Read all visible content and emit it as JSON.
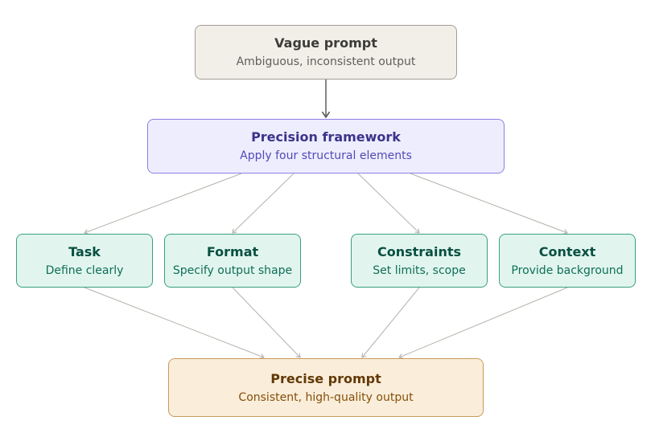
{
  "diagram": {
    "vague": {
      "title": "Vague prompt",
      "subtitle": "Ambiguous, inconsistent output"
    },
    "framework": {
      "title": "Precision framework",
      "subtitle": "Apply four structural elements"
    },
    "elements": [
      {
        "title": "Task",
        "subtitle": "Define clearly"
      },
      {
        "title": "Format",
        "subtitle": "Specify output shape"
      },
      {
        "title": "Constraints",
        "subtitle": "Set limits, scope"
      },
      {
        "title": "Context",
        "subtitle": "Provide background"
      }
    ],
    "result": {
      "title": "Precise prompt",
      "subtitle": "Consistent, high-quality output"
    }
  },
  "colors": {
    "vague_fill": "#f1efe8",
    "framework_fill": "#eeedfe",
    "element_fill": "#e1f5ee",
    "result_fill": "#faeeda",
    "connector": "#b4b2a9",
    "main_arrow": "#5f5e5a"
  }
}
